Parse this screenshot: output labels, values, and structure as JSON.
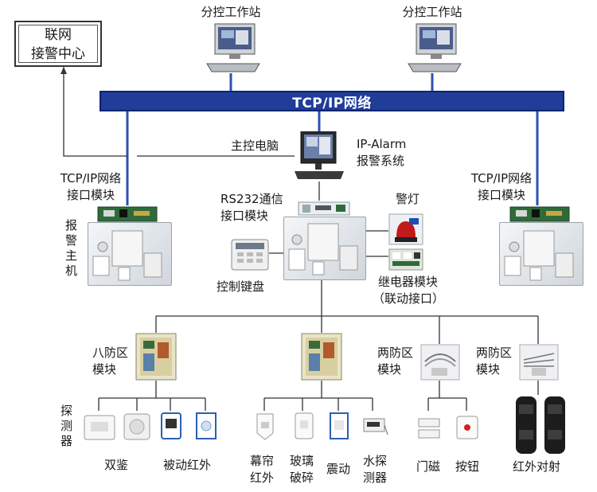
{
  "network": {
    "label": "TCP/IP网络"
  },
  "center": {
    "line1": "联网",
    "line2": "接警中心"
  },
  "workstations": [
    {
      "label": "分控工作站"
    },
    {
      "label": "分控工作站"
    }
  ],
  "main_pc": {
    "label": "主控电脑",
    "system_line1": "IP-Alarm",
    "system_line2": "报警系统"
  },
  "tcp_modules": [
    {
      "line1": "TCP/IP网络",
      "line2": "接口模块"
    },
    {
      "line1": "TCP/IP网络",
      "line2": "接口模块"
    }
  ],
  "alarm_host": {
    "label": "报警主机"
  },
  "rs232": {
    "line1": "RS232通信",
    "line2": "接口模块"
  },
  "warning_light": {
    "label": "警灯"
  },
  "keypad": {
    "label": "控制键盘"
  },
  "relay": {
    "line1": "继电器模块",
    "line2": "（联动接口）"
  },
  "zone_modules": {
    "eight": "八防区\n模块",
    "two_a": "两防区\n模块",
    "two_b": "两防区\n模块"
  },
  "detectors_label": "探测器",
  "detectors": {
    "dual": "双鉴",
    "pir": "被动红外",
    "curtain": "幕帘\n红外",
    "glass": "玻璃\n破碎",
    "vibration": "震动",
    "water": "水探\n测器",
    "door": "门磁",
    "button": "按钮",
    "beam": "红外对射"
  },
  "colors": {
    "network_bar": "#1f3d99",
    "wire_blue": "#2f4fb5",
    "wire_dark": "#333333"
  }
}
